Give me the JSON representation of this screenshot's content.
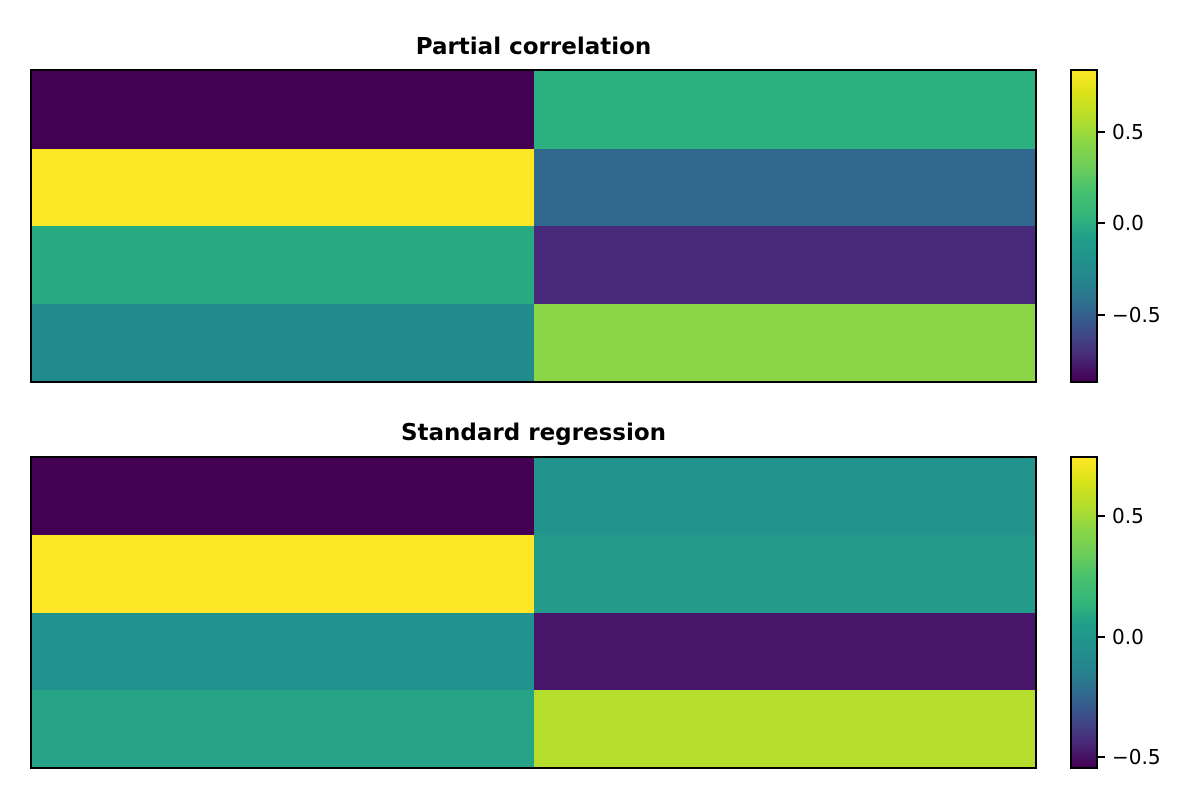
{
  "figure": {
    "background": "#ffffff",
    "border_color": "#000000"
  },
  "colormap": {
    "name": "viridis-icon",
    "stops_top_to_bottom": [
      "#fde725",
      "#d8e219",
      "#b5de2b",
      "#8bd646",
      "#6ece58",
      "#48c16e",
      "#35b779",
      "#1f9e89",
      "#21918c",
      "#26828e",
      "#31688e",
      "#3e4a89",
      "#482878",
      "#440154"
    ]
  },
  "chart_data": [
    {
      "type": "heatmap",
      "title": "Partial correlation",
      "rows": 4,
      "cols": 2,
      "x_tick_labels": [],
      "y_tick_labels": [],
      "values": [
        [
          -0.86,
          0.09
        ],
        [
          0.83,
          -0.35
        ],
        [
          0.05,
          -0.7
        ],
        [
          -0.13,
          0.39
        ]
      ],
      "cell_colors": [
        [
          "#440154",
          "#2bb07f"
        ],
        [
          "#fde725",
          "#31688e"
        ],
        [
          "#28ab81",
          "#472a7a"
        ],
        [
          "#218a8d",
          "#8bd646"
        ]
      ],
      "colorbar": {
        "vmin": -0.86,
        "vmax": 0.83,
        "ticks": [
          {
            "label": "0.5",
            "value": 0.5
          },
          {
            "label": "0.0",
            "value": 0.0
          },
          {
            "label": "−0.5",
            "value": -0.5
          }
        ]
      },
      "legend_position": "right-colorbar",
      "grid": false
    },
    {
      "type": "heatmap",
      "title": "Standard regression",
      "rows": 4,
      "cols": 2,
      "x_tick_labels": [],
      "y_tick_labels": [],
      "values": [
        [
          -0.54,
          0.06
        ],
        [
          0.74,
          0.09
        ],
        [
          0.06,
          -0.46
        ],
        [
          0.13,
          0.48
        ]
      ],
      "cell_colors": [
        [
          "#440154",
          "#22948d"
        ],
        [
          "#fde725",
          "#239a8a"
        ],
        [
          "#21928d",
          "#471569"
        ],
        [
          "#27a487",
          "#b5dd2c"
        ]
      ],
      "colorbar": {
        "vmin": -0.54,
        "vmax": 0.74,
        "ticks": [
          {
            "label": "0.5",
            "value": 0.5
          },
          {
            "label": "0.0",
            "value": 0.0
          },
          {
            "label": "−0.5",
            "value": -0.5
          }
        ]
      },
      "legend_position": "right-colorbar",
      "grid": false
    }
  ]
}
